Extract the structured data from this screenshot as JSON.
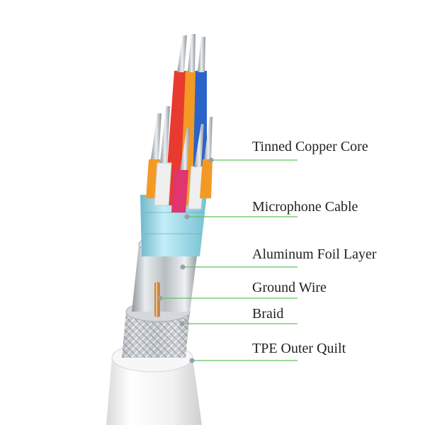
{
  "diagram": {
    "labels": [
      {
        "id": "tinned-copper-core",
        "text": "Tinned Copper Core"
      },
      {
        "id": "microphone-cable",
        "text": "Microphone Cable"
      },
      {
        "id": "aluminum-foil-layer",
        "text": "Aluminum Foil Layer"
      },
      {
        "id": "ground-wire",
        "text": "Ground Wire"
      },
      {
        "id": "braid",
        "text": "Braid"
      },
      {
        "id": "tpe-outer-quilt",
        "text": "TPE Outer Quilt"
      }
    ]
  },
  "colors": {
    "leader_line": "#5cc25c",
    "leader_dot": "#9aa0a6",
    "outer_jacket": "#f4f4f4",
    "braid": "#c9cdd1",
    "foil": "#c3c8cc",
    "ground_wire": "#c8874a",
    "mic_shield": "#9fd9e6",
    "wire_orange": "#f39a24",
    "wire_red": "#e83a2e",
    "wire_blue": "#2a63c9",
    "wire_pink": "#e0356f",
    "wire_white": "#efefef",
    "copper_strand": "#b9bec3"
  }
}
